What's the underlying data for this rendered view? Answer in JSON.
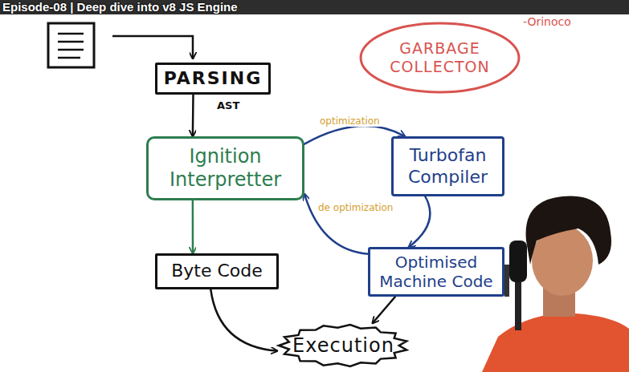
{
  "diagram": {
    "title": "Episode-08 | Deep dive into v8 JS Engine",
    "nodes": [
      {
        "text": [
          "PARSING"
        ]
      },
      {
        "text": [
          "Ignition Interpretter"
        ]
      },
      {
        "text": [
          "Turbofan Compiler"
        ]
      },
      {
        "text": [
          "Byte Code"
        ]
      },
      {
        "text": [
          "Optimised Machine Code"
        ]
      },
      {
        "text": [
          "Execution"
        ]
      },
      {
        "text": [
          "GARBAGE COLLECTON"
        ]
      }
    ],
    "edges": [
      {
        "from": 0,
        "to": 1,
        "label": "AST",
        "arrow": "to"
      },
      {
        "from": 1,
        "to": 2,
        "label": "optimization",
        "arrow": "to"
      },
      {
        "from": 2,
        "to": 4,
        "arrow": "to"
      },
      {
        "from": 4,
        "to": 1,
        "label": "de optimization",
        "arrow": "to"
      },
      {
        "from": 1,
        "to": 3,
        "arrow": "to"
      },
      {
        "from": 3,
        "to": 5,
        "arrow": "to"
      },
      {
        "from": 4,
        "to": 5,
        "arrow": "to"
      }
    ],
    "labels": [
      "-Orinoco"
    ]
  }
}
